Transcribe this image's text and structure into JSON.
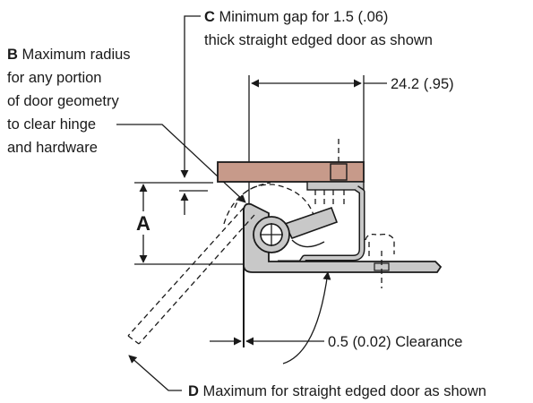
{
  "callouts": {
    "c": {
      "letter": "C",
      "line1": "Minimum gap for 1.5 (.06)",
      "line2": "thick straight edged door as shown"
    },
    "b": {
      "letter": "B",
      "line1": "Maximum radius",
      "line2": "for any portion",
      "line3": "of door geometry",
      "line4": "to clear hinge",
      "line5": "and hardware"
    },
    "d": {
      "letter": "D",
      "text": "Maximum for straight edged door as shown"
    }
  },
  "dimensions": {
    "width": "24.2 (.95)",
    "clearance": "0.5 (0.02) Clearance",
    "a_label": "A"
  },
  "colors": {
    "door": "#c79a8a",
    "hinge_fill": "#c8c8c8",
    "line": "#1a1a1a"
  }
}
